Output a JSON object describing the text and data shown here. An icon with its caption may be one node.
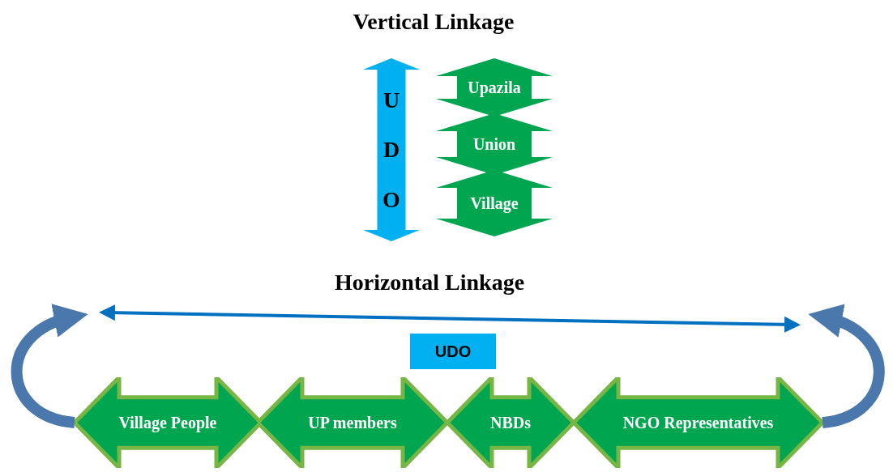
{
  "diagram": {
    "title": "Vertical Linkage",
    "nodes": [
      {
        "text": [
          "UDO"
        ]
      },
      {
        "text": [
          "Upazila"
        ]
      },
      {
        "text": [
          "Union"
        ]
      },
      {
        "text": [
          "Village"
        ]
      },
      {
        "text": [
          "UDO"
        ]
      },
      {
        "text": [
          "Village People"
        ]
      },
      {
        "text": [
          "UP members"
        ]
      },
      {
        "text": [
          "NBDs"
        ]
      },
      {
        "text": [
          "NGO Representatives"
        ]
      }
    ],
    "edges": [
      {
        "from": 5,
        "to": null,
        "arrow": "to"
      },
      {
        "from": 8,
        "to": null,
        "arrow": "to"
      }
    ],
    "labels": [
      "Horizontal Linkage"
    ]
  }
}
